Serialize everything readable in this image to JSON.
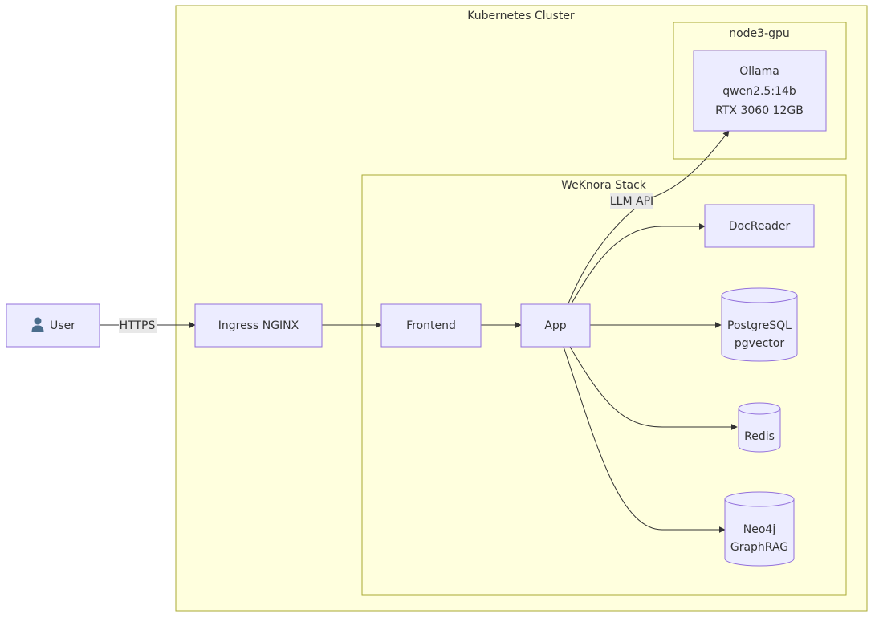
{
  "clusters": {
    "kubernetes": "Kubernetes Cluster",
    "node3_gpu": "node3-gpu",
    "weknora": "WeKnora Stack"
  },
  "nodes": {
    "user": {
      "icon": "user-icon",
      "label": "User"
    },
    "ingress": "Ingress NGINX",
    "frontend": "Frontend",
    "app": "App",
    "ollama": [
      "Ollama",
      "qwen2.5:14b",
      "RTX 3060 12GB"
    ],
    "docreader": "DocReader",
    "postgres": [
      "PostgreSQL",
      "pgvector"
    ],
    "redis": "Redis",
    "neo4j": [
      "Neo4j",
      "GraphRAG"
    ]
  },
  "edges": {
    "https": "HTTPS",
    "llm_api": "LLM API"
  },
  "colors": {
    "cluster_fill": "#ffffde",
    "cluster_stroke": "#aaaa33",
    "node_fill": "#ececff",
    "node_stroke": "#9370db",
    "edge": "#333333"
  }
}
